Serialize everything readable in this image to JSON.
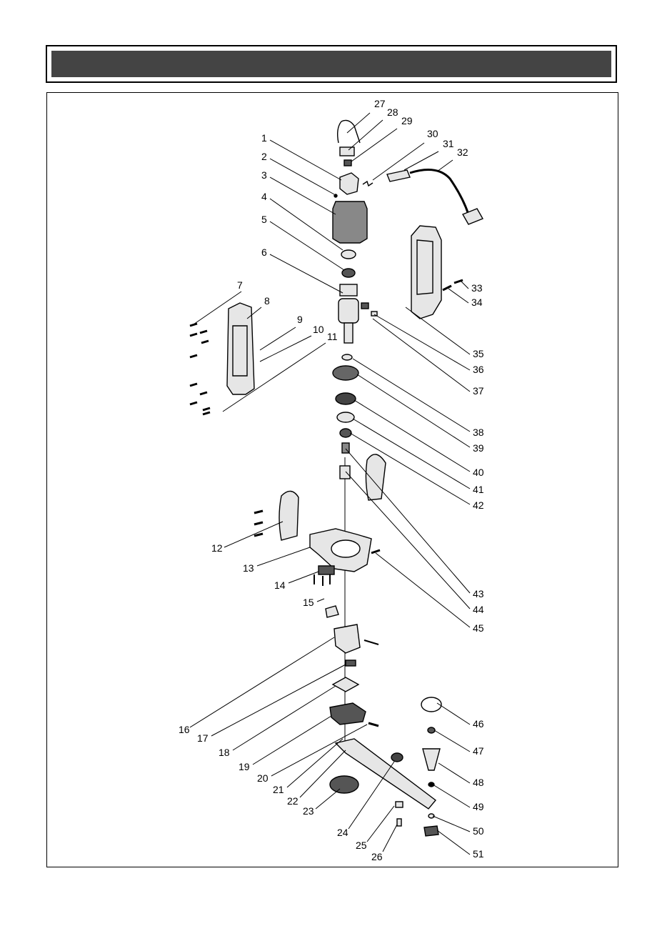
{
  "header": {
    "title": ""
  },
  "colors": {
    "header_bar": "#444444",
    "line": "#000000",
    "part_fill": "#e6e6e6",
    "part_dark": "#555555"
  },
  "labels": [
    "1",
    "2",
    "3",
    "4",
    "5",
    "6",
    "7",
    "8",
    "9",
    "10",
    "11",
    "12",
    "13",
    "14",
    "15",
    "16",
    "17",
    "18",
    "19",
    "20",
    "21",
    "22",
    "23",
    "24",
    "25",
    "26",
    "27",
    "28",
    "29",
    "30",
    "31",
    "32",
    "33",
    "34",
    "35",
    "36",
    "37",
    "38",
    "39",
    "40",
    "41",
    "42",
    "43",
    "44",
    "45",
    "46",
    "47",
    "48",
    "49",
    "50",
    "51"
  ]
}
